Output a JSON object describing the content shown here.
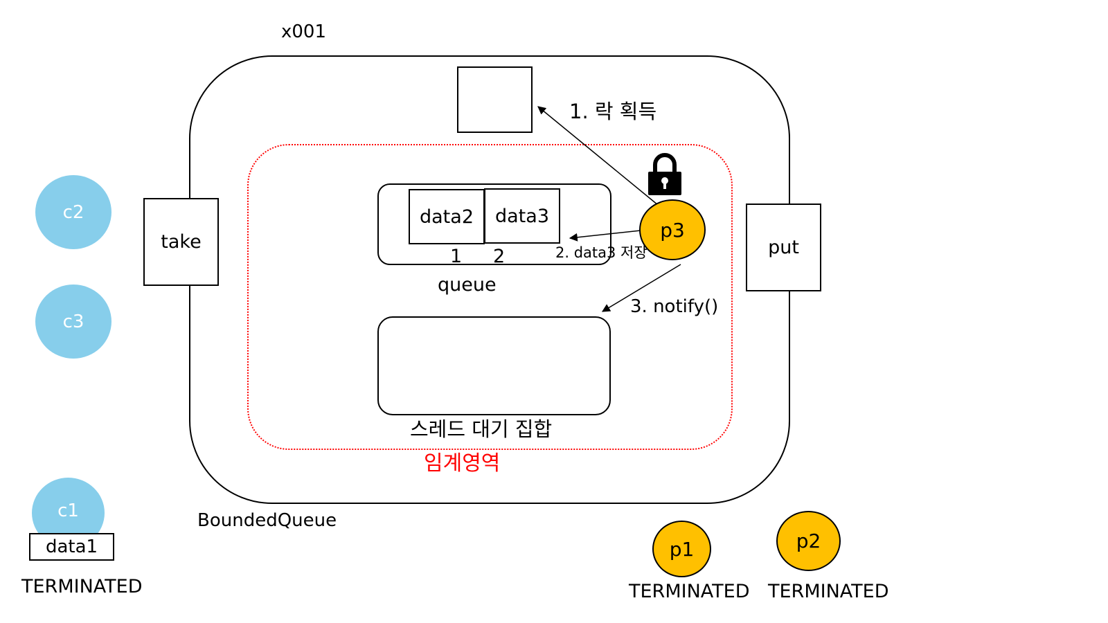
{
  "instance_id": "x001",
  "container_label": "BoundedQueue",
  "critical_section_label": "임계영역",
  "colors": {
    "critical_section": "#ff0000",
    "consumer": "#87ceeb",
    "producer": "#ffc000"
  },
  "methods": {
    "take": "take",
    "put": "put"
  },
  "queue": {
    "label": "queue",
    "items": [
      "data2",
      "data3"
    ],
    "indices": [
      "1",
      "2"
    ]
  },
  "wait_set_label": "스레드 대기 집합",
  "steps": {
    "acquire_lock": "1. 락 획득",
    "store_data": "2. data3 저장",
    "notify": "3. notify()"
  },
  "active_thread": "p3",
  "lock_icon": "lock-icon",
  "consumers": {
    "c2": "c2",
    "c3": "c3",
    "c1": "c1",
    "c1_data": "data1",
    "c1_state": "TERMINATED"
  },
  "producers": {
    "p1": "p1",
    "p1_state": "TERMINATED",
    "p2": "p2",
    "p2_state": "TERMINATED"
  }
}
